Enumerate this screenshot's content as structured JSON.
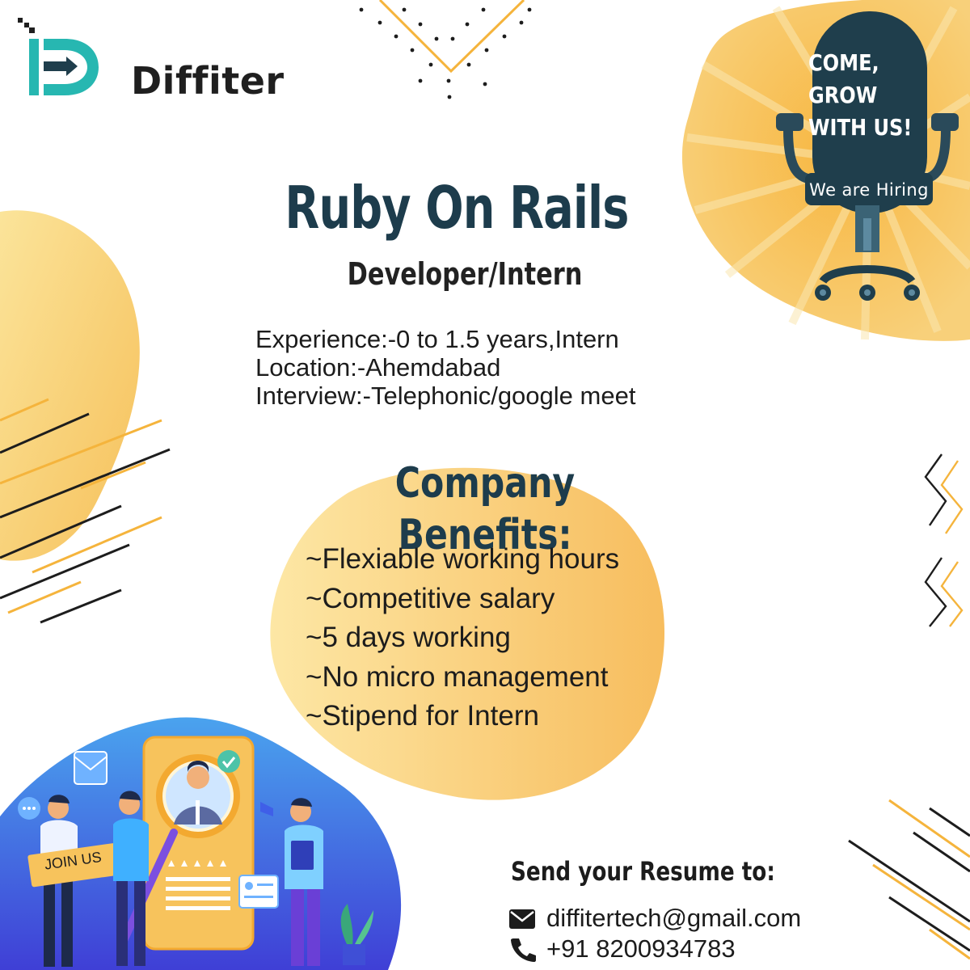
{
  "brand": {
    "name": "Diffiter",
    "primary_color": "#1d3c4c",
    "accent_color": "#f5b43c",
    "logo_color": "#27b7b1"
  },
  "headline": {
    "title": "Ruby On Rails",
    "subtitle": "Developer/Intern"
  },
  "details": [
    "Experience:-0 to 1.5 years,Intern",
    "Location:-Ahemdabad",
    "Interview:-Telephonic/google meet"
  ],
  "benefits": {
    "title": "Company Benefits:",
    "items": [
      "~Flexiable working hours",
      "~Competitive salary",
      "~5 days working",
      "~No micro management",
      "~Stipend for Intern"
    ]
  },
  "badge": {
    "slogan_lines": [
      "COME,",
      "GROW",
      "WITH US!"
    ],
    "hiring": "We are Hiring"
  },
  "illustration": {
    "join_label": "JOIN US"
  },
  "contact": {
    "title": "Send your Resume to:",
    "email": "diffitertech@gmail.com",
    "phone": "+91 8200934783",
    "email_icon": "envelope-icon",
    "phone_icon": "phone-icon"
  }
}
